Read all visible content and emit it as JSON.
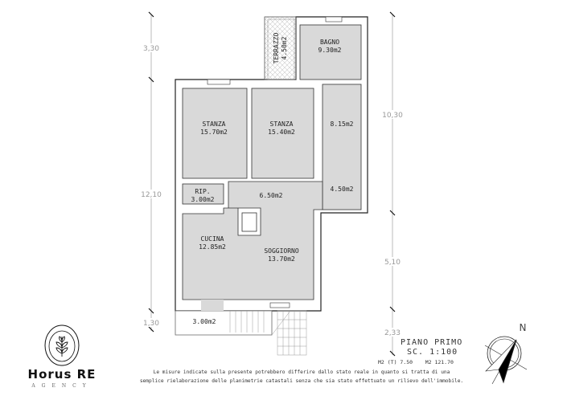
{
  "plan": {
    "rooms": [
      {
        "name": "BAGNO",
        "area": "9.30m2"
      },
      {
        "name": "TERRAZZO",
        "area": "4.50m2"
      },
      {
        "name": "STANZA",
        "area": "15.70m2"
      },
      {
        "name": "STANZA",
        "area": "15.40m2"
      },
      {
        "name": "",
        "area": "8.15m2"
      },
      {
        "name": "RIP.",
        "area": "3.00m2"
      },
      {
        "name": "",
        "area": "6.50m2"
      },
      {
        "name": "",
        "area": "4.50m2"
      },
      {
        "name": "CUCINA",
        "area": "12.85m2"
      },
      {
        "name": "SOGGIORNO",
        "area": "13.70m2"
      },
      {
        "name": "",
        "area": "3.00m2"
      }
    ],
    "dimensions_left": [
      "3,30",
      "12,10",
      "1,30"
    ],
    "dimensions_right": [
      "10,30",
      "5,10",
      "2,33"
    ]
  },
  "title_block": {
    "floor": "PIANO PRIMO",
    "scale": "SC. 1:100",
    "areas": "M2 (T) 7.50    M2 121.70"
  },
  "disclaimer": {
    "line1": "Le misure indicate sulla presente potrebbero differire dallo stato reale in quanto si tratta di una",
    "line2": "semplice rielaborazione delle planimetrie catastali senza che sia stato effettuato un rilievo dell'immobile."
  },
  "logo": {
    "name": "Horus RE",
    "sub": "AGENCY",
    "icon": "leaf-icon"
  },
  "compass": {
    "label": "N",
    "icon": "compass-icon"
  }
}
